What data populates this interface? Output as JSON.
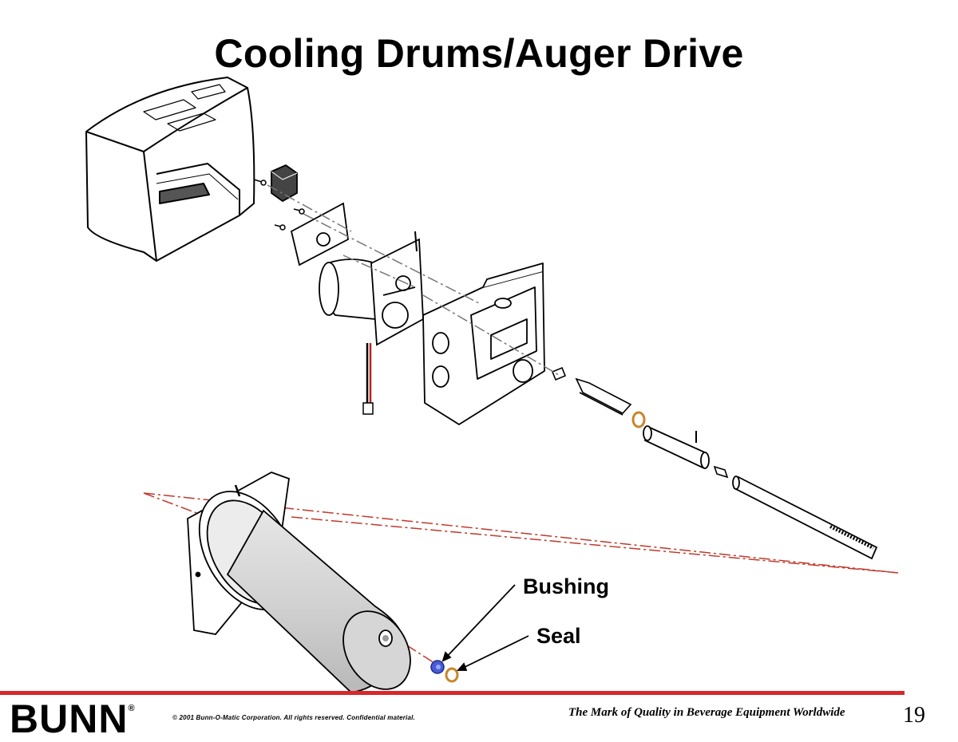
{
  "slide": {
    "title": "Cooling Drums/Auger Drive",
    "callouts": {
      "bushing": "Bushing",
      "seal": "Seal"
    },
    "colors": {
      "rule": "#d8272c",
      "centerline": "#c0392b",
      "bushing": "#4a5bd8",
      "seal": "#c8862a"
    }
  },
  "footer": {
    "brand": "BUNN",
    "brand_mark": "®",
    "copyright": "© 2001 Bunn-O-Matic Corporation. All rights reserved. Confidential material.",
    "tagline": "The Mark of Quality in Beverage Equipment Worldwide",
    "page_number": "19"
  }
}
